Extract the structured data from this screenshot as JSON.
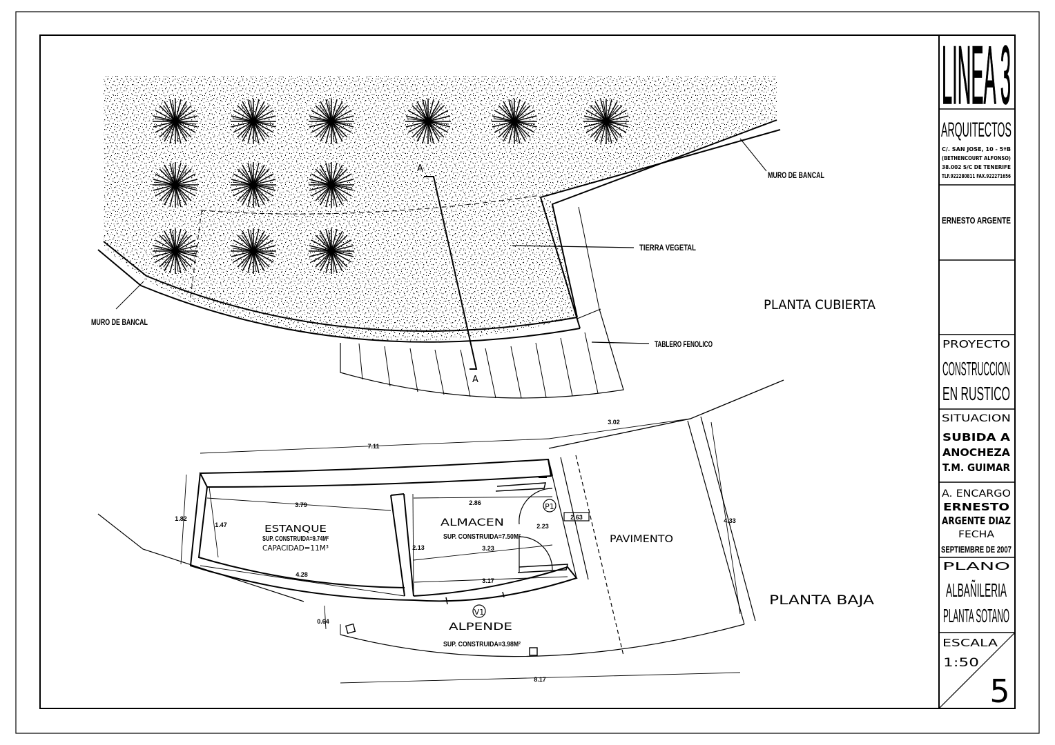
{
  "title_block": {
    "logo": "LINEA 3",
    "firm": "ARQUITECTOS",
    "address_1": "C/. SAN JOSE,  10 - 5ºB",
    "address_2": "(BETHENCOURT  ALFONSO)",
    "address_3": "38.002  S/C DE TENERIFE",
    "address_4": "TLF.922280811  FAX.922271656",
    "architect": "ERNESTO ARGENTE",
    "proyecto_label": "PROYECTO",
    "proyecto_1": "CONSTRUCCION",
    "proyecto_2": "EN RUSTICO",
    "situacion_label": "SITUACION",
    "situacion_1": "SUBIDA A",
    "situacion_2": "ANOCHEZA",
    "situacion_3": "T.M. GUIMAR",
    "encargo_label": "A. ENCARGO",
    "encargo_1": "ERNESTO",
    "encargo_2": "ARGENTE DIAZ",
    "fecha_label": "FECHA",
    "fecha": "SEPTIEMBRE DE 2007",
    "plano_label": "PLANO",
    "plano_1": "ALBAÑILERIA",
    "plano_2": "PLANTA SOTANO",
    "escala_label": "ESCALA",
    "escala": "1:50",
    "sheet_number": "5"
  },
  "planta_cubierta": {
    "title": "PLANTA CUBIERTA",
    "tierra_vegetal": "TIERRA VEGETAL",
    "tablero_fenolico": "TABLERO FENOLICO",
    "muro_bancal_right": "MURO DE BANCAL",
    "muro_bancal_left": "MURO DE BANCAL",
    "section_top": "A",
    "section_bottom": "A"
  },
  "planta_baja": {
    "title": "PLANTA BAJA",
    "estanque": "ESTANQUE",
    "estanque_sup": "SUP. CONSTRUIDA=9.74M²",
    "estanque_cap": "CAPACIDAD=11M³",
    "almacen": "ALMACEN",
    "almacen_sup": "SUP. CONSTRUIDA=7.50M²",
    "alpende": "ALPENDE",
    "alpende_sup": "SUP. CONSTRUIDA=3.98M²",
    "pavimento": "PAVIMENTO",
    "tag_p1": "P1",
    "tag_v1": "V1",
    "dims": {
      "d711": "7.11",
      "d302": "3.02",
      "d182": "1.82",
      "d379": "3.79",
      "d147": "1.47",
      "d286": "2.86",
      "d263": "2.63",
      "d223": "2.23",
      "d213": "2.13",
      "d323": "3.23",
      "d428": "4.28",
      "d317": "3.17",
      "d433": "4.33",
      "d064": "0.64",
      "d817": "8.17"
    }
  }
}
